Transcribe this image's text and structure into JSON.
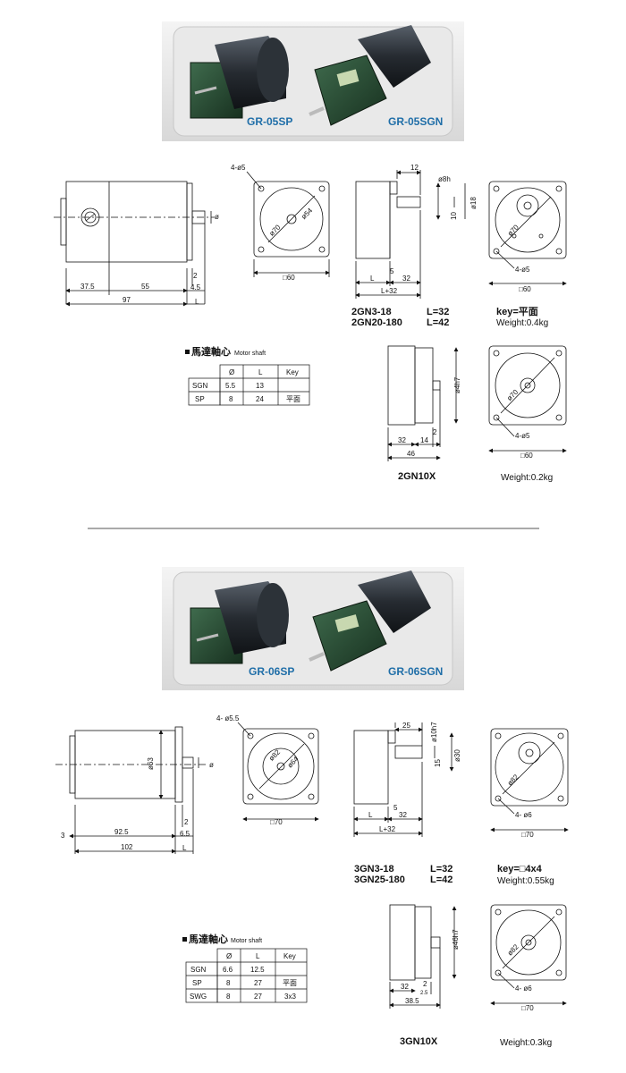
{
  "sections": [
    {
      "photo": {
        "label_left": "GR-05SP",
        "label_right": "GR-05SGN"
      },
      "side_view": {
        "d1": "37.5",
        "d2": "55",
        "d_total": "97",
        "d_shaft_a": "2",
        "d_shaft_b": "4.5",
        "d_l": "L",
        "d_dia": "ø"
      },
      "front_view": {
        "holes": "4-ø5",
        "bolt_circle": "ø70",
        "inner": "ø54",
        "square": "□60"
      },
      "gear_side": {
        "top": "12",
        "shaft_dia": "ø8h",
        "key": "10",
        "d18": "ø18",
        "d5": "5",
        "L": "L",
        "d32": "32",
        "Lsum": "L+32"
      },
      "gear_front": {
        "bolt_circle": "ø70",
        "holes": "4-ø5",
        "square": "□60"
      },
      "models": [
        {
          "name": "2GN3-18",
          "L": "L=32"
        },
        {
          "name": "2GN20-180",
          "L": "L=42"
        }
      ],
      "key_text": "key=平面",
      "weight1": "Weight:0.4kg",
      "shaft_table": {
        "title": "馬達軸心",
        "title_en": "Motor shaft",
        "headers": [
          "",
          "Ø",
          "L",
          "Key"
        ],
        "rows": [
          [
            "SGN",
            "5.5",
            "13",
            ""
          ],
          [
            "SP",
            "8",
            "24",
            "平面"
          ]
        ]
      },
      "gn10x_side": {
        "dia": "ø4h7",
        "d2": "2",
        "d32": "32",
        "d14": "14",
        "d46": "46"
      },
      "gn10x_front": {
        "bolt_circle": "ø70",
        "holes": "4-ø5",
        "square": "□60"
      },
      "gn10x_label": "2GN10X",
      "weight2": "Weight:0.2kg"
    },
    {
      "photo": {
        "label_left": "GR-06SP",
        "label_right": "GR-06SGN"
      },
      "side_view": {
        "dia": "ø63",
        "d3": "3",
        "d1": "92.5",
        "d_total": "102",
        "d_shaft_a": "2",
        "d_shaft_b": "6.5",
        "d_l": "L",
        "d_dia": "ø"
      },
      "front_view": {
        "holes": "4- ø5.5",
        "bolt_circle": "ø82",
        "inner": "ø64",
        "square": "□70"
      },
      "gear_side": {
        "top": "25",
        "shaft_dia": "ø10h7",
        "key": "15",
        "d30": "ø30",
        "d5": "5",
        "L": "L",
        "d32": "32",
        "Lsum": "L+32"
      },
      "gear_front": {
        "bolt_circle": "ø82",
        "holes": "4- ø6",
        "square": "□70"
      },
      "models": [
        {
          "name": "3GN3-18",
          "L": "L=32"
        },
        {
          "name": "3GN25-180",
          "L": "L=42"
        }
      ],
      "key_text": "key=□4x4",
      "weight1": "Weight:0.55kg",
      "shaft_table": {
        "title": "馬達軸心",
        "title_en": "Motor shaft",
        "headers": [
          "",
          "Ø",
          "L",
          "Key"
        ],
        "rows": [
          [
            "SGN",
            "6.6",
            "12.5",
            ""
          ],
          [
            "SP",
            "8",
            "27",
            "平面"
          ],
          [
            "SWG",
            "8",
            "27",
            "3x3"
          ]
        ]
      },
      "gn10x_side": {
        "dia": "ø46h7",
        "d2": "2",
        "d32": "32",
        "d25": "2.5",
        "d385": "38.5"
      },
      "gn10x_front": {
        "bolt_circle": "ø82",
        "holes": "4- ø6",
        "square": "□70"
      },
      "gn10x_label": "3GN10X",
      "weight2": "Weight:0.3kg"
    }
  ]
}
